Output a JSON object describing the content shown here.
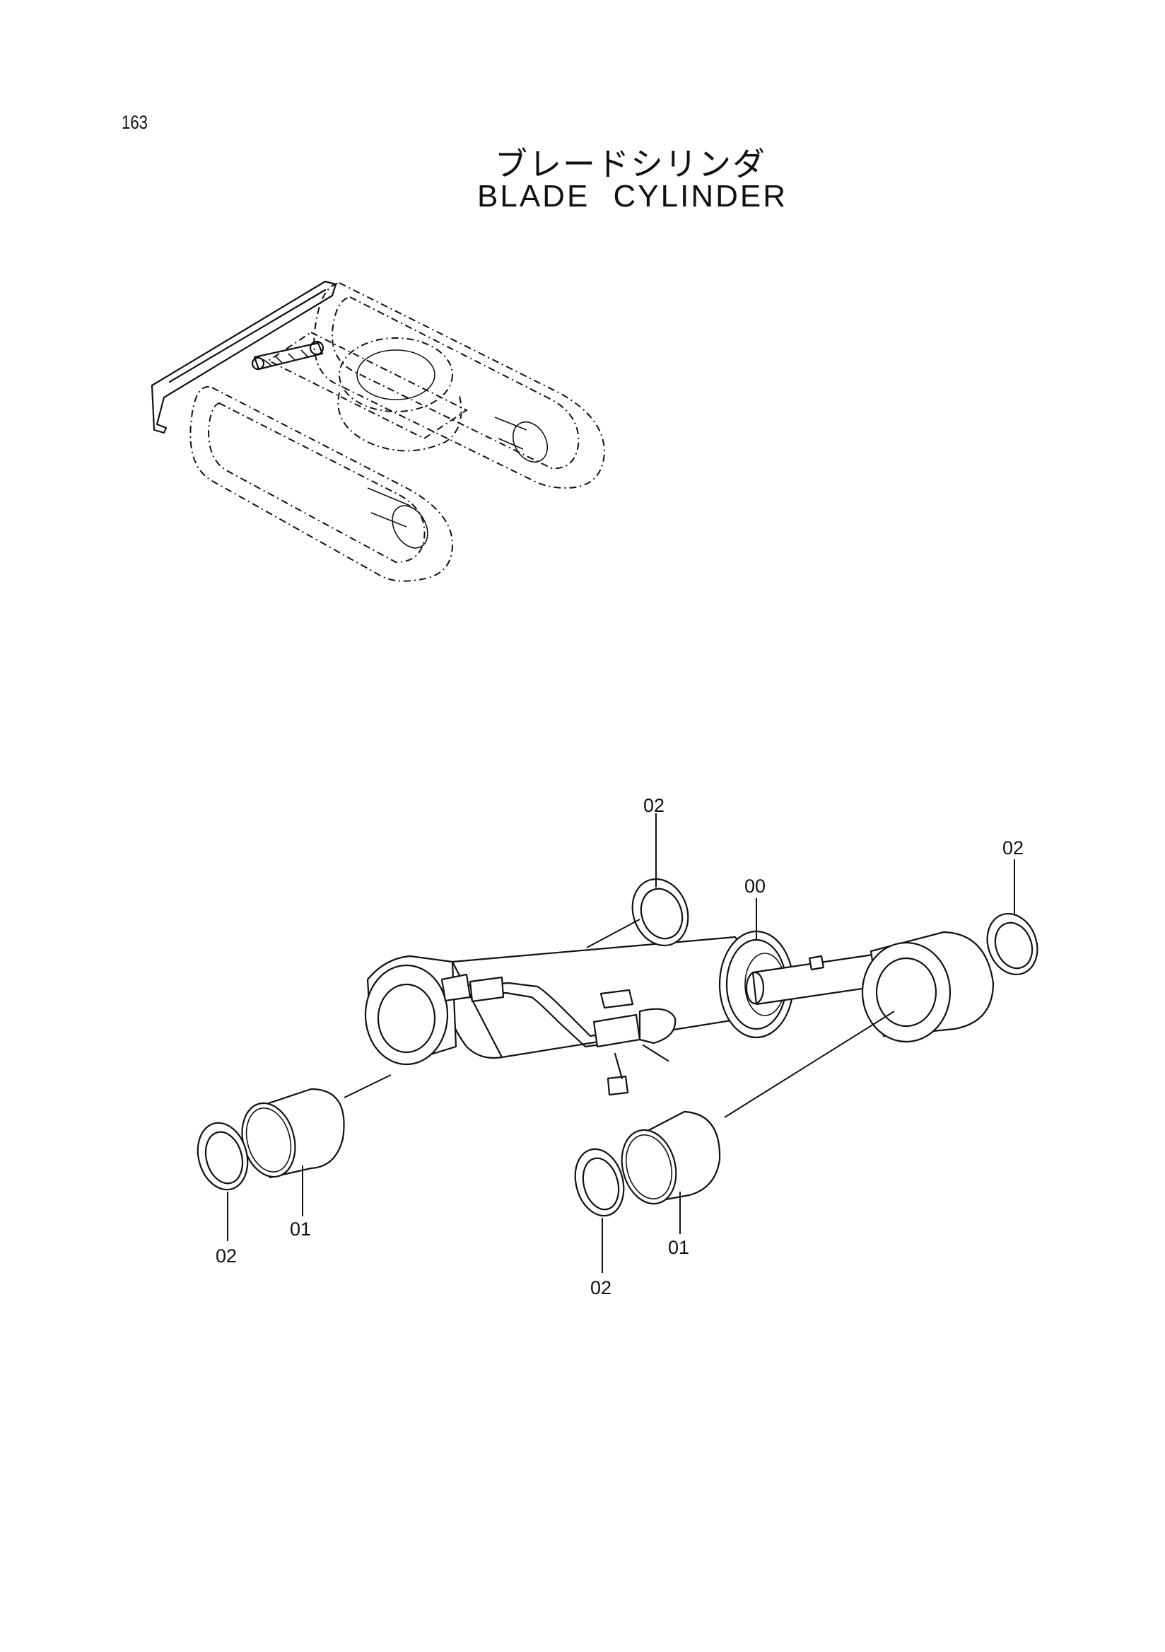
{
  "page": {
    "number": "163",
    "title_jp": "ブレードシリンダ",
    "title_en": "BLADE  CYLINDER"
  },
  "callouts": {
    "c_top_left_seal": "02",
    "c_cylinder": "00",
    "c_top_right_seal": "02",
    "c_left_bushing": "01",
    "c_left_seal": "02",
    "c_right_bushing": "01",
    "c_right_seal": "02"
  }
}
